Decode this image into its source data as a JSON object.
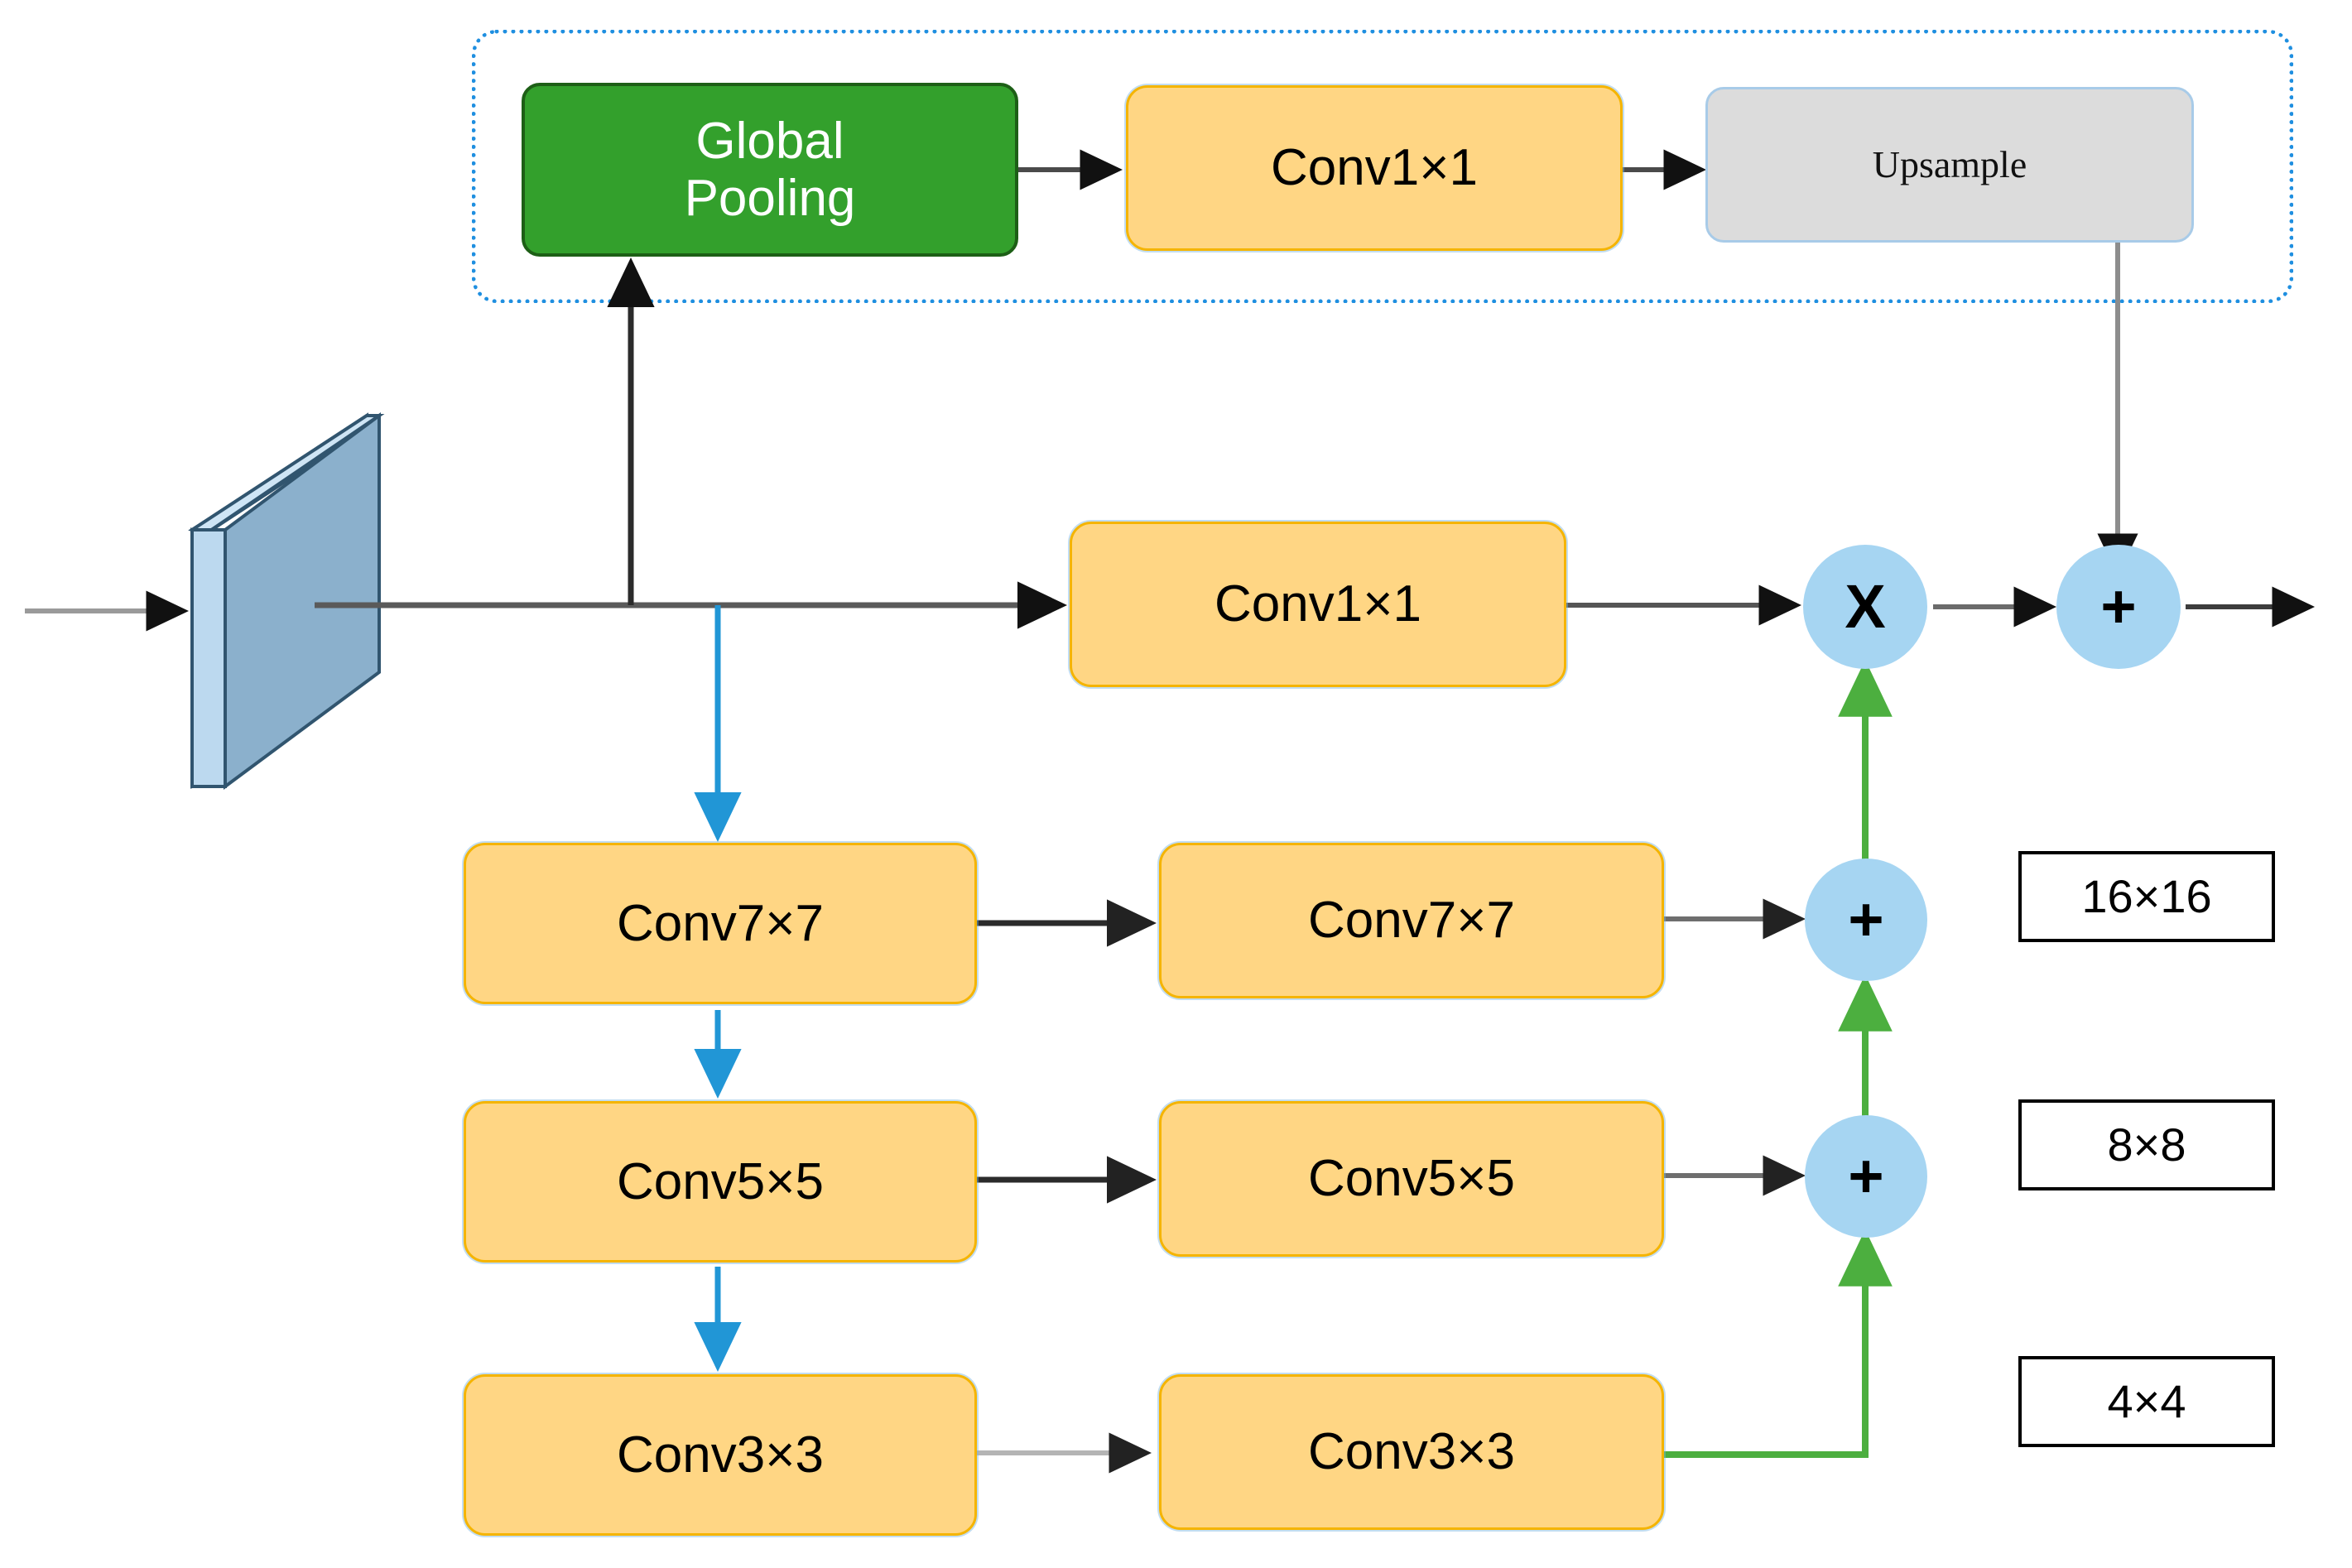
{
  "diagram": {
    "title": "Multi-scale convolution attention module",
    "colors": {
      "conv_fill": "#ffd684",
      "conv_border": "#f5b400",
      "pool_fill": "#33a02c",
      "pool_text": "#ffffff",
      "upsample_fill": "#dcdcdc",
      "upsample_border": "#a8cbe8",
      "op_fill": "#a6d5f2",
      "dashed_group_border": "#1f8fe0",
      "blue_arrow": "#2196d6",
      "green_arrow": "#4caf3f",
      "black_arrow": "#1a1a1a",
      "slab_front": "#8bb0cc",
      "slab_side": "#bcd9ef",
      "slab_top": "#cfe5f5",
      "slab_outline": "#31556f"
    },
    "group": {
      "name": "global-context-branch"
    },
    "blocks": {
      "global_pooling": "Global\nPooling",
      "conv1x1_top": "Conv1×1",
      "upsample": "Upsample",
      "conv1x1_main": "Conv1×1",
      "conv7x7_a": "Conv7×7",
      "conv7x7_b": "Conv7×7",
      "conv5x5_a": "Conv5×5",
      "conv5x5_b": "Conv5×5",
      "conv3x3_a": "Conv3×3",
      "conv3x3_b": "Conv3×3"
    },
    "operators": {
      "multiply": "X",
      "add_main": "+",
      "add_7x7": "+",
      "add_5x5": "+"
    },
    "scale_labels": {
      "scale_16": "16×16",
      "scale_8": "8×8",
      "scale_4": "4×4"
    },
    "feature_map": {
      "name": "input-feature-map"
    }
  }
}
